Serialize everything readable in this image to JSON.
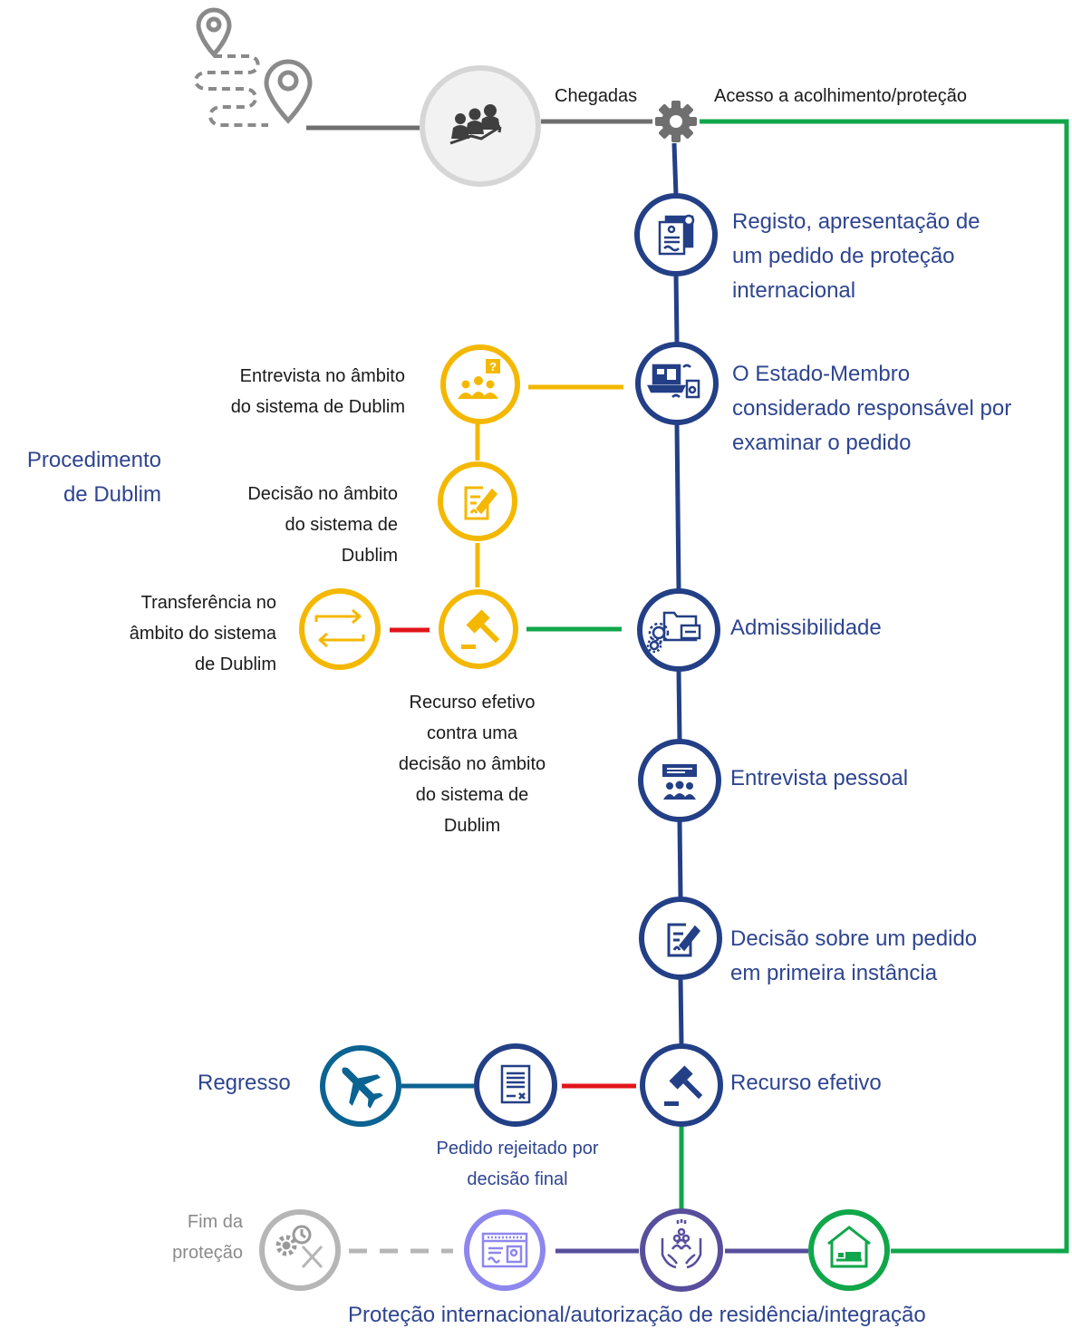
{
  "colors": {
    "main_blue": "#233f86",
    "dublin_yellow": "#f4b800",
    "green": "#10a64a",
    "red": "#e0151b",
    "grey_line": "#6f6f6f",
    "purple": "#574e9c",
    "light_purple": "#8e87ee",
    "teal": "#0b6391",
    "light_grey": "#b6b6b6"
  },
  "top": {
    "arrivals": "Chegadas",
    "reception_access": "Acesso a acolhimento/proteção"
  },
  "main_steps": {
    "registration": [
      "Registo, apresentação de",
      "um pedido de proteção",
      "internacional"
    ],
    "responsible_state": [
      "O Estado-Membro",
      "considerado responsável por",
      "examinar o pedido"
    ],
    "admissibility": "Admissibilidade",
    "personal_interview": "Entrevista pessoal",
    "first_instance": [
      "Decisão sobre um pedido",
      "em primeira instância"
    ],
    "appeal": "Recurso efetivo"
  },
  "dublin": {
    "title": [
      "Procedimento",
      "de Dublim"
    ],
    "interview": [
      "Entrevista no âmbito",
      "do sistema de Dublim"
    ],
    "decision": [
      "Decisão no âmbito",
      "do sistema de",
      "Dublim"
    ],
    "transfer": [
      "Transferência no",
      "âmbito do sistema",
      "de Dublim"
    ],
    "appeal": [
      "Recurso efetivo",
      "contra uma",
      "decisão no âmbito",
      "do sistema de",
      "Dublim"
    ]
  },
  "bottom": {
    "return": "Regresso",
    "rejected": [
      "Pedido rejeitado por",
      "decisão final"
    ],
    "end_protection": [
      "Fim da",
      "proteção"
    ],
    "protection_integration": "Proteção internacional/autorização de residência/integração"
  },
  "icons": [
    "map-pin-icon",
    "dashed-route-icon",
    "group-growth-icon",
    "gear-icon",
    "documents-icon",
    "computer-screen-icon",
    "question-group-icon",
    "edit-document-icon",
    "gavel-icon",
    "transfer-arrows-icon",
    "folder-gears-icon",
    "interview-group-icon",
    "airplane-icon",
    "rejected-document-icon",
    "calendar-id-icon",
    "hands-people-icon",
    "house-bed-icon",
    "end-protection-icon"
  ]
}
